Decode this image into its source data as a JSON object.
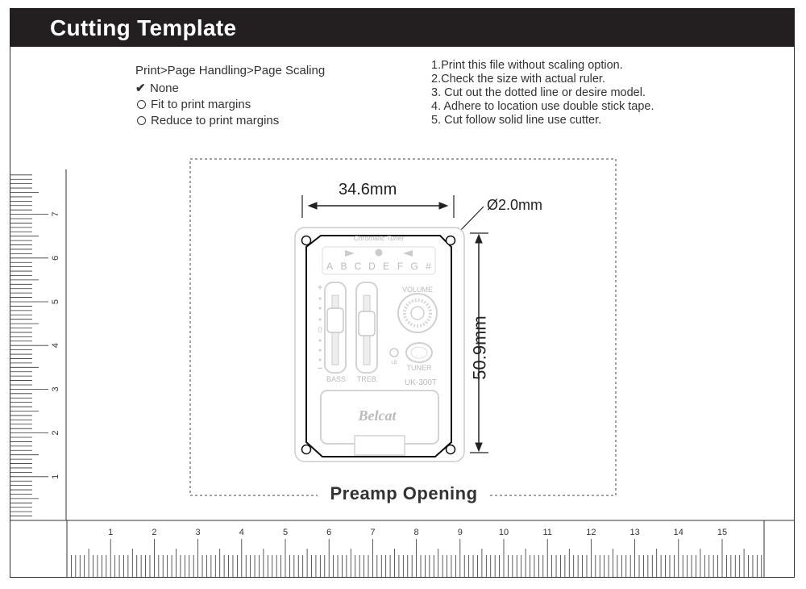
{
  "header": {
    "title": "Cutting Template"
  },
  "scaling": {
    "path": "Print>Page Handling>Page Scaling",
    "options": [
      {
        "label": "None",
        "selected": true
      },
      {
        "label": "Fit to print margins",
        "selected": false
      },
      {
        "label": "Reduce to print margins",
        "selected": false
      }
    ]
  },
  "instructions": [
    "1.Print this file without scaling option.",
    "2.Check the size with actual ruler.",
    "3. Cut out the dotted line or desire model.",
    "4. Adhere to location use double stick tape.",
    "5. Cut follow solid line use cutter."
  ],
  "dimensions": {
    "width": "34.6mm",
    "hole": "Ø2.0mm",
    "height": "50.9mm"
  },
  "opening_label": "Preamp Opening",
  "preamp": {
    "top_label": "Chromatic Tuner",
    "notes": [
      "A",
      "B",
      "C",
      "D",
      "E",
      "F",
      "G",
      "#"
    ],
    "volume_label": "VOLUME",
    "bass_label": "BASS",
    "treb_label": "TREB.",
    "tuner_label": "TUNER",
    "lb_label": "LB",
    "model": "UK-300T",
    "brand": "Belcat"
  },
  "rulers": {
    "horizontal_labels": [
      "1",
      "2",
      "3",
      "4",
      "5",
      "6",
      "7",
      "8",
      "9",
      "10",
      "11",
      "12",
      "13",
      "14",
      "15"
    ],
    "vertical_labels": [
      "1",
      "2",
      "3",
      "4",
      "5",
      "6",
      "7"
    ]
  }
}
